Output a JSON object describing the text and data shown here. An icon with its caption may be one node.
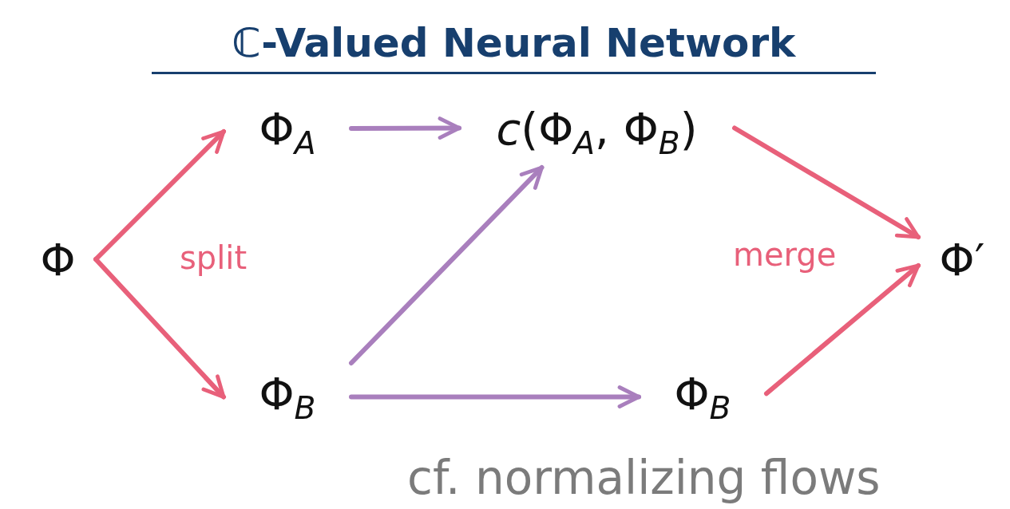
{
  "diagram": {
    "title": "ℂ-Valued Neural Network",
    "nodes": [
      {
        "text": [
          "Φ"
        ]
      },
      {
        "text": [
          "Φ$_{A}$"
        ]
      },
      {
        "text": [
          "*c*(Φ$_{A}$, Φ$_{B}$)"
        ]
      },
      {
        "text": [
          "Φ$_{B}$"
        ]
      },
      {
        "text": [
          "Φ$_{B}$"
        ]
      },
      {
        "text": [
          "Φ′"
        ]
      }
    ],
    "edges": [
      {
        "from": 0,
        "to": 1,
        "arrow": "to"
      },
      {
        "from": 0,
        "to": 3,
        "arrow": "to"
      },
      {
        "from": 1,
        "to": 2,
        "arrow": "to",
        "color": "#a97fbd"
      },
      {
        "from": 3,
        "to": 2,
        "arrow": "to",
        "color": "#a97fbd"
      },
      {
        "from": 3,
        "to": 4,
        "arrow": "to",
        "color": "#a97fbd"
      },
      {
        "from": 2,
        "to": 5,
        "arrow": "to"
      },
      {
        "from": 4,
        "to": 5,
        "arrow": "to"
      }
    ],
    "labels": [
      "split",
      "merge",
      "cf. normalizing flows"
    ]
  }
}
